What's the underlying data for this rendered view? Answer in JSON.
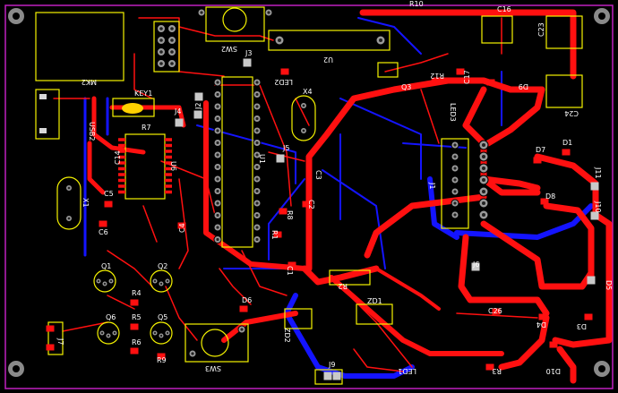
{
  "board": {
    "background": "#000000",
    "top_copper": "#ff1010",
    "bottom_copper": "#1414ff",
    "silkscreen": "#f5f300",
    "outline": "#c020c0"
  },
  "designators": {
    "MK2": "MK2",
    "SW2": "SW2",
    "U2": "U2",
    "R10": "R10",
    "C16": "C16",
    "C23": "C23",
    "KEY1": "KEY1",
    "USB2": "USB2",
    "J3": "J3",
    "LED2": "LED2",
    "R12": "R12",
    "C17": "C17",
    "Q3": "Q3",
    "LED3": "LED3",
    "D9": "D9",
    "C24": "C24",
    "X4": "X4",
    "R7": "R7",
    "C14": "C14",
    "U6": "U6",
    "U1": "U1",
    "J5": "J5",
    "C3": "C3",
    "D7": "D7",
    "D1": "D1",
    "J11": "J11",
    "J1": "J1",
    "J4": "J4",
    "J2": "J2",
    "X1": "X1",
    "C5": "C5",
    "C6": "C6",
    "C4": "C4",
    "C2": "C2",
    "R8": "R8",
    "R1": "R1",
    "D8": "D8",
    "J10": "J10",
    "Q1": "Q1",
    "Q2": "Q2",
    "C1": "C1",
    "R2": "R2",
    "J6": "J6",
    "R4": "R4",
    "D6": "D6",
    "ZD1": "ZD1",
    "D5": "D5",
    "Q6": "Q6",
    "R5": "R5",
    "Q5": "Q5",
    "ZD2": "ZD2",
    "C26": "C26",
    "J7": "J7",
    "R6": "R6",
    "SW3": "SW3",
    "D4": "D4",
    "D3": "D3",
    "R9": "R9",
    "J9": "J9",
    "LED1": "LED1",
    "R3": "R3",
    "D10": "D10"
  }
}
